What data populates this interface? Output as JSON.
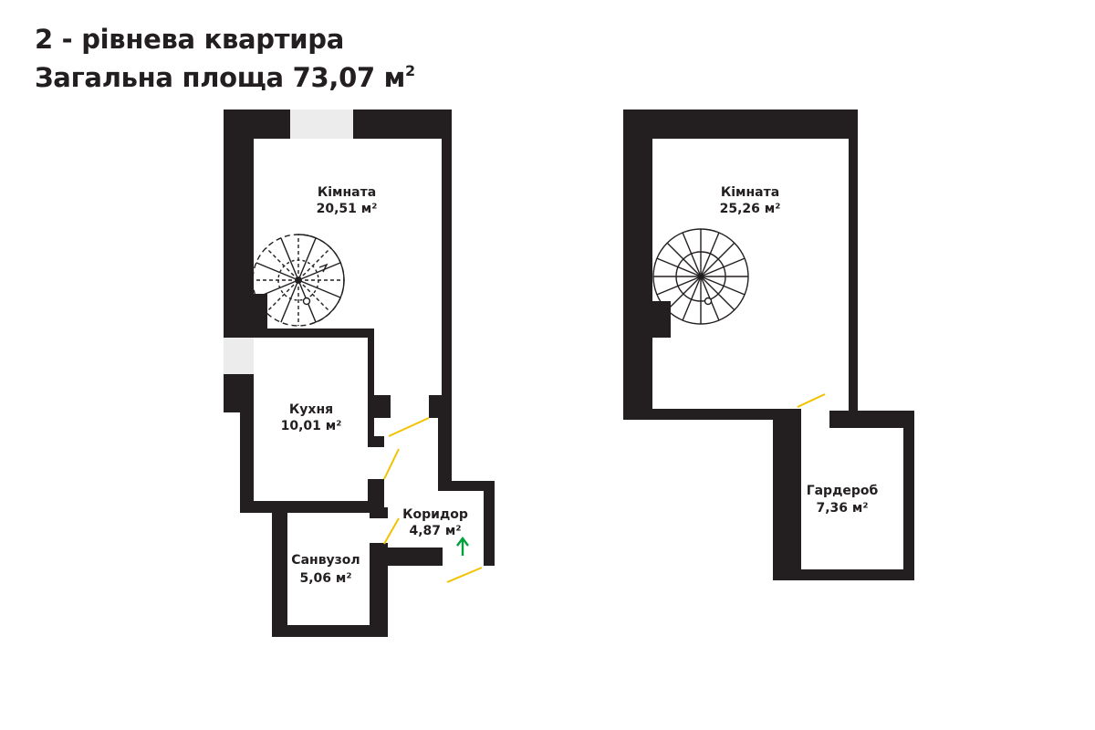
{
  "header": {
    "title": "2 - рівнева квартира",
    "area_label": "Загальна площа 73,07 м",
    "area_unit_superscript": "2"
  },
  "rooms": {
    "room_lower": {
      "name": "Кімната",
      "area": "20,51 м²"
    },
    "kitchen": {
      "name": "Кухня",
      "area": "10,01 м²"
    },
    "corridor": {
      "name": "Коридор",
      "area": "4,87 м²"
    },
    "bathroom": {
      "name": "Санвузол",
      "area": "5,06 м²"
    },
    "room_upper": {
      "name": "Кімната",
      "area": "25,26 м²"
    },
    "wardrobe": {
      "name": "Гардероб",
      "area": "7,36 м²"
    }
  },
  "colors": {
    "wall": "#231f20",
    "door": "#f2c200",
    "entrance_arrow": "#00a03c",
    "window": "#ececec"
  },
  "icons": {
    "entrance": "arrow-up-icon",
    "stairs": "spiral-staircase-icon"
  }
}
